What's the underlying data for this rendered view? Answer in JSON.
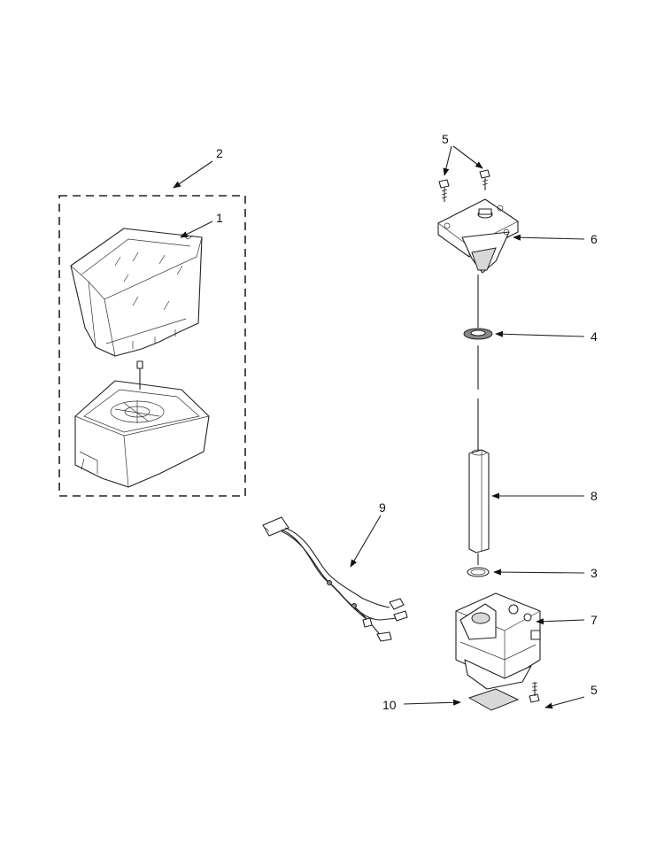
{
  "diagram": {
    "callouts": [
      {
        "id": "c2",
        "label": "2"
      },
      {
        "id": "c1",
        "label": "1"
      },
      {
        "id": "c5a",
        "label": "5"
      },
      {
        "id": "c6",
        "label": "6"
      },
      {
        "id": "c4",
        "label": "4"
      },
      {
        "id": "c9",
        "label": "9"
      },
      {
        "id": "c8",
        "label": "8"
      },
      {
        "id": "c3",
        "label": "3"
      },
      {
        "id": "c7",
        "label": "7"
      },
      {
        "id": "c5b",
        "label": "5"
      },
      {
        "id": "c10",
        "label": "10"
      }
    ]
  },
  "colors": {
    "line": "#222222",
    "background": "#ffffff",
    "shade": "#d8d8d8"
  }
}
